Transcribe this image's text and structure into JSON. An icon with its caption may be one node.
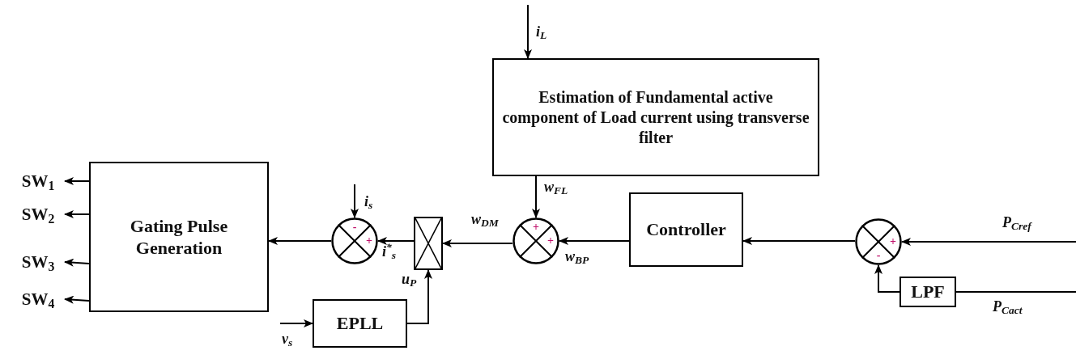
{
  "diagram": {
    "nodes": [
      {
        "text": [
          "Estimation of Fundamental active component of Load current using transverse filter"
        ]
      },
      {
        "text": [
          "Gating Pulse Generation"
        ]
      },
      {
        "text": [
          "SW$_{1}$"
        ]
      },
      {
        "text": [
          "SW$_{2}$"
        ]
      },
      {
        "text": [
          "SW$_{3}$"
        ]
      },
      {
        "text": [
          "SW$_{4}$"
        ]
      },
      {
        "text": [
          "-",
          "+"
        ]
      },
      {
        "text": [],
        "shape": "box"
      },
      {
        "text": [
          "+",
          "+"
        ]
      },
      {
        "text": [
          "Controller"
        ]
      },
      {
        "text": [
          "+",
          "-"
        ]
      },
      {
        "text": [
          "LPF"
        ]
      },
      {
        "text": [
          "EPLL"
        ]
      }
    ],
    "edges": [
      {
        "from": null,
        "to": 0,
        "arrow": "to",
        "label": "i$_{L}$"
      },
      {
        "from": 0,
        "to": 8,
        "arrow": "to",
        "label": "w$_{FL}$"
      },
      {
        "from": null,
        "to": 6,
        "arrow": "to",
        "label": "i$_{s}$"
      },
      {
        "from": 9,
        "to": 8,
        "arrow": "to",
        "label": "w$_{BP}$"
      },
      {
        "from": 8,
        "to": 7,
        "arrow": "to",
        "label": "w$_{DM}$"
      },
      {
        "from": 7,
        "to": 6,
        "arrow": "to",
        "label": "i$^{*}$$_{s}$"
      },
      {
        "from": 6,
        "to": 1,
        "arrow": "to"
      },
      {
        "from": 12,
        "to": 7,
        "arrow": "to",
        "label": "u$_{P}$"
      },
      {
        "from": null,
        "to": 12,
        "arrow": "to",
        "label": "v$_{s}$"
      },
      {
        "from": 10,
        "to": 9,
        "arrow": "to"
      },
      {
        "from": null,
        "to": 10,
        "arrow": "to",
        "label": "P$_{Cref}$"
      },
      {
        "from": 11,
        "to": 10,
        "arrow": "to"
      },
      {
        "from": null,
        "to": 11,
        "arrow": "none",
        "label": "P$_{Cact}$"
      },
      {
        "from": 1,
        "to": 2,
        "arrow": "to"
      },
      {
        "from": 1,
        "to": 3,
        "arrow": "to"
      },
      {
        "from": 1,
        "to": 4,
        "arrow": "to"
      },
      {
        "from": 1,
        "to": 5,
        "arrow": "to"
      }
    ]
  }
}
